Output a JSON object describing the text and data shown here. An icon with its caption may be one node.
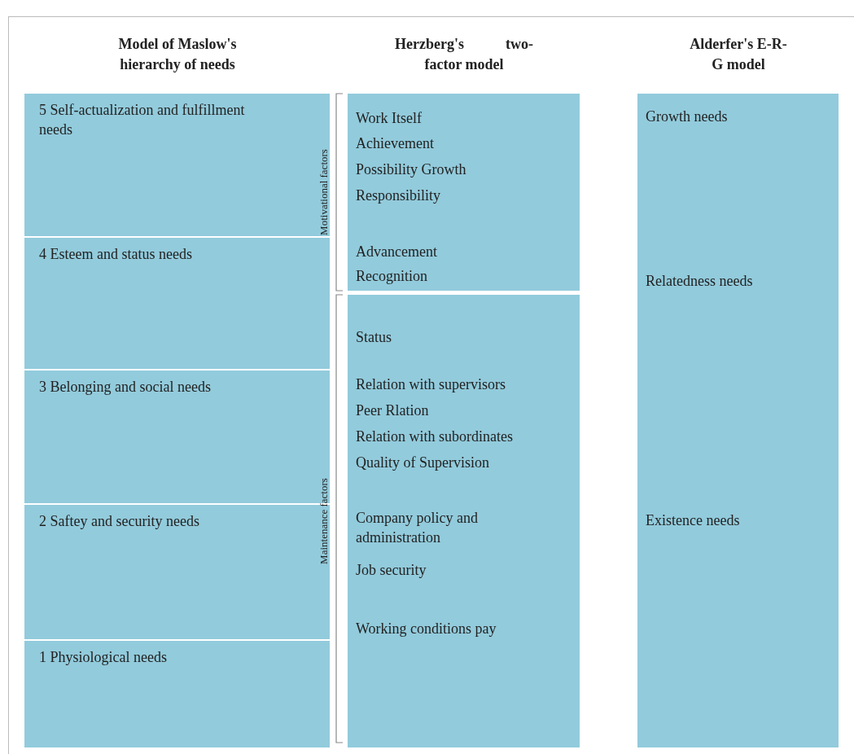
{
  "diagram": {
    "nodes": [
      {
        "text": [
          "5  Self-actualization and fulfillment needs"
        ]
      },
      {
        "text": [
          "4 Esteem and status needs"
        ]
      },
      {
        "text": [
          "3  Belonging and social needs"
        ]
      },
      {
        "text": [
          "2 Saftey and security needs"
        ]
      },
      {
        "text": [
          "1 Physiological needs"
        ]
      },
      {
        "text": [
          "Work Itself",
          "Achievement",
          "Possibility Growth",
          "Responsibility",
          "Advancement",
          "Recognition"
        ]
      },
      {
        "text": [
          "Status",
          "Relation with supervisors",
          "Peer Rlation",
          "Relation with subordinates",
          "Quality of Supervision",
          "Company policy and administration",
          "Job security",
          "Working conditions pay"
        ]
      },
      {
        "text": [
          "Growth needs",
          "Relatedness needs",
          "Existence needs"
        ]
      }
    ],
    "labels": [
      "Model of Maslow's hierarchy of needs",
      "Herzberg's two- factor model",
      "Alderfer's E-R-G model",
      "Motivational factors",
      "Maintenance factors"
    ]
  }
}
